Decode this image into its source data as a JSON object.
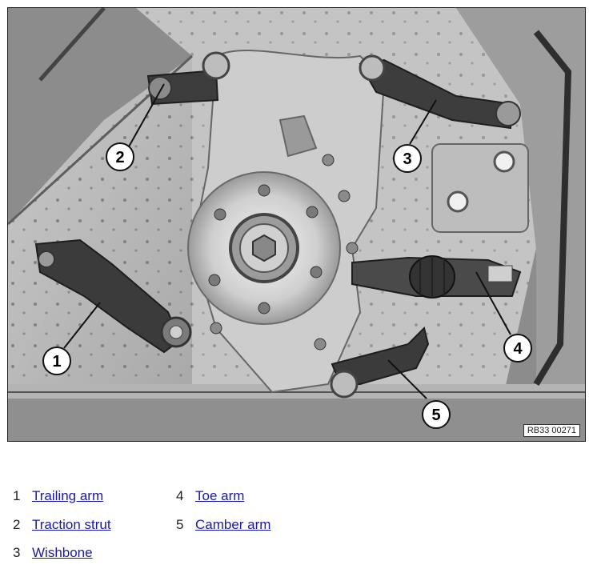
{
  "figure": {
    "reference_code": "RB33 00271",
    "callouts": [
      {
        "number": "1"
      },
      {
        "number": "2"
      },
      {
        "number": "3"
      },
      {
        "number": "4"
      },
      {
        "number": "5"
      }
    ]
  },
  "legend": {
    "items": [
      {
        "number": "1",
        "label": "Trailing arm"
      },
      {
        "number": "2",
        "label": "Traction strut"
      },
      {
        "number": "3",
        "label": "Wishbone"
      },
      {
        "number": "4",
        "label": "Toe arm"
      },
      {
        "number": "5",
        "label": "Camber arm"
      }
    ]
  },
  "colors": {
    "background_metal": "#8e8e8e",
    "light_metal": "#d6d6d6",
    "dark_part": "#3a3a3a",
    "link": "#1a1aa6"
  }
}
